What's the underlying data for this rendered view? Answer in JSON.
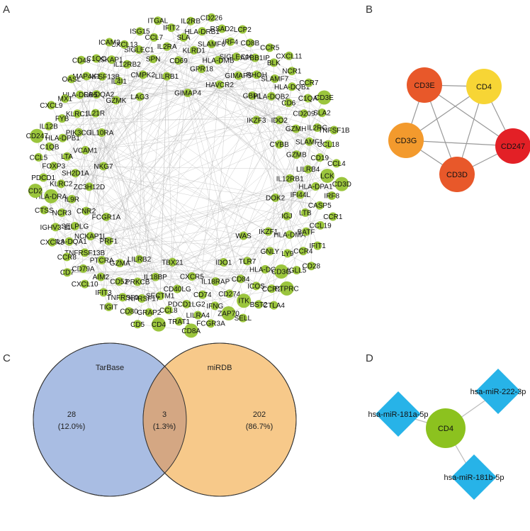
{
  "panels": {
    "a": "A",
    "b": "B",
    "c": "C",
    "d": "D"
  },
  "panel_a": {
    "node_color": "#9bc53d",
    "edge_color": "#b8b8b8",
    "nodes": [
      "GIMAP4",
      "WAS",
      "NKG7",
      "IKZF3",
      "TBX21",
      "LAG3",
      "DOK2",
      "FCGR1A",
      "HAVCR2",
      "IDO1",
      "IL10RA",
      "CYBB",
      "LILRB2",
      "LILRB1",
      "IKZF1",
      "ZC3H12D",
      "GBP1",
      "CXCR5",
      "GZMK",
      "IL12RB1",
      "PRF1",
      "GPR18",
      "TLR7",
      "VCAM1",
      "IDO2",
      "IL18BP",
      "CMPK2",
      "IGJ",
      "CNR2",
      "GIMAP5",
      "IL18RAP",
      "IL21R",
      "GZMB",
      "GZMA",
      "CD69",
      "GNLY",
      "SH2D1A",
      "HLA-DQB2",
      "CD40LG",
      "IL4I1",
      "IFI44L",
      "NCKAP1L",
      "HLA-DMB",
      "CD84",
      "PIK3CG",
      "GZMH",
      "PRKCB",
      "SPN",
      "HLA-DMA",
      "IL9R",
      "RHOH",
      "CD74",
      "HLA-DQA2",
      "LILRB4",
      "PTCRA",
      "KLRD1",
      "HLA-DOA",
      "LTA",
      "CD6",
      "SECTM1",
      "IL12RB2",
      "LTB",
      "SELPLG",
      "SIGLEC10",
      "CD274",
      "KLRC1",
      "SLAMF1",
      "CD52",
      "IL2RA",
      "LY9",
      "KLRC2",
      "SLAMF7",
      "PDCD1LG2",
      "TNFSF13B",
      "HLA-DPA1",
      "TNFRSF13B",
      "SLAMF6",
      "ICOS",
      "HLA-DPB1",
      "CD209",
      "TNFRSF17",
      "SIGLEC1",
      "BATF",
      "NCR3",
      "APBB1IP",
      "IFNG",
      "HLA-DRB5",
      "CD19",
      "AIM2",
      "SLA",
      "CD3G",
      "FOXP3",
      "HLA-DQB1",
      "CCL8",
      "SKAP1",
      "CASP5",
      "HLA-DQA1",
      "IRF4",
      "ITK",
      "FYB",
      "IL2RG",
      "TNFRSF9",
      "CCL7",
      "CCR4",
      "HLA-DRA",
      "BLK",
      "LILRA4",
      "MAP4K1",
      "LCK",
      "CD79A",
      "HLA-DRB1",
      "CCR2",
      "C1QB",
      "C1QA",
      "GRAP2",
      "CXCL13",
      "CCL19",
      "IGHV3-11",
      "CD8B",
      "ZAP70",
      "MX1",
      "CCL18",
      "IFIT3",
      "IFIT2",
      "IGLL5",
      "PDCD1",
      "NCR1",
      "TRAT1",
      "C1QC",
      "IRF8",
      "CCR8",
      "RSAD2",
      "BST2",
      "IL12B",
      "SLA2",
      "CD80",
      "ISG15",
      "IFIT1",
      "CTSS",
      "CCR5",
      "FCGR3A",
      "OASL",
      "CCL4",
      "CXCL10",
      "IL2RB",
      "PTPRC",
      "CCL5",
      "CCR7",
      "CD4",
      "ICAM3",
      "CCR1",
      "CXCR3",
      "LCP2",
      "SELL",
      "CXCL9",
      "TNFSF1B",
      "TIGIT",
      "ITGAL",
      "CD28",
      "CD2",
      "CXCL11",
      "CD8A",
      "CD48",
      "CD3D",
      "CD7",
      "CD226",
      "CTLA4",
      "CD247",
      "CD3E",
      "CD5"
    ]
  },
  "panel_b": {
    "edge_color": "#999999",
    "nodes": [
      {
        "label": "CD3E",
        "color": "#e8582a"
      },
      {
        "label": "CD4",
        "color": "#f7d535"
      },
      {
        "label": "CD3G",
        "color": "#f39a2d"
      },
      {
        "label": "CD247",
        "color": "#e32026"
      },
      {
        "label": "CD3D",
        "color": "#e8582a"
      }
    ]
  },
  "panel_c": {
    "sets": [
      {
        "name": "TarBase",
        "color": "#a9bde3"
      },
      {
        "name": "miRDB",
        "color": "#f7c98a"
      }
    ],
    "overlap_color": "#d4a783",
    "regions": [
      {
        "count": "28",
        "percent": "(12.0%)"
      },
      {
        "count": "3",
        "percent": "(1.3%)"
      },
      {
        "count": "202",
        "percent": "(86.7%)"
      }
    ]
  },
  "panel_d": {
    "edge_color": "#bbbbbb",
    "center": {
      "label": "CD4",
      "color": "#8cc21f"
    },
    "mirnas": [
      {
        "label": "hsa-miR-222-3p",
        "color": "#27b3e8"
      },
      {
        "label": "hsa-miR-181a-5p",
        "color": "#27b3e8"
      },
      {
        "label": "hsa-miR-181b-5p",
        "color": "#27b3e8"
      }
    ]
  }
}
